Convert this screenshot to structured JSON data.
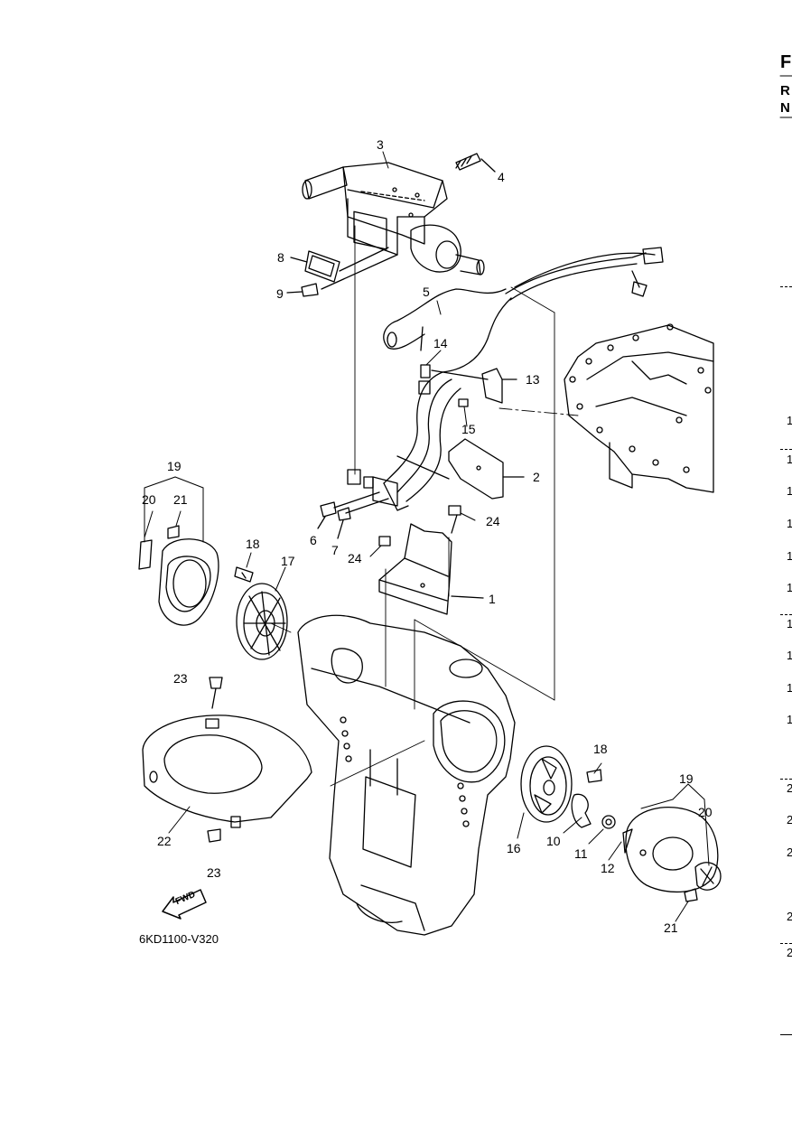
{
  "diagram_code": "6KD1100-V320",
  "fwd_label": "FWD",
  "edge": {
    "letters": [
      "F",
      "R",
      "N"
    ],
    "numbers": [
      "1",
      "1",
      "1",
      "1",
      "1",
      "1",
      "1",
      "1",
      "1",
      "1",
      "2",
      "2",
      "2",
      "2",
      "2"
    ]
  },
  "callouts": [
    {
      "name": "callout-3",
      "text": "3"
    },
    {
      "name": "callout-4",
      "text": "4"
    },
    {
      "name": "callout-8",
      "text": "8"
    },
    {
      "name": "callout-9",
      "text": "9"
    },
    {
      "name": "callout-5",
      "text": "5"
    },
    {
      "name": "callout-14",
      "text": "14"
    },
    {
      "name": "callout-13",
      "text": "13"
    },
    {
      "name": "callout-15",
      "text": "15"
    },
    {
      "name": "callout-2",
      "text": "2"
    },
    {
      "name": "callout-19-left",
      "text": "19"
    },
    {
      "name": "callout-20-left",
      "text": "20"
    },
    {
      "name": "callout-21-left",
      "text": "21"
    },
    {
      "name": "callout-6",
      "text": "6"
    },
    {
      "name": "callout-7",
      "text": "7"
    },
    {
      "name": "callout-24-right",
      "text": "24"
    },
    {
      "name": "callout-24-left",
      "text": "24"
    },
    {
      "name": "callout-18-left",
      "text": "18"
    },
    {
      "name": "callout-17",
      "text": "17"
    },
    {
      "name": "callout-1",
      "text": "1"
    },
    {
      "name": "callout-23-top",
      "text": "23"
    },
    {
      "name": "callout-18-right",
      "text": "18"
    },
    {
      "name": "callout-19-right",
      "text": "19"
    },
    {
      "name": "callout-20-right",
      "text": "20"
    },
    {
      "name": "callout-22",
      "text": "22"
    },
    {
      "name": "callout-16",
      "text": "16"
    },
    {
      "name": "callout-10",
      "text": "10"
    },
    {
      "name": "callout-11",
      "text": "11"
    },
    {
      "name": "callout-12",
      "text": "12"
    },
    {
      "name": "callout-23-bottom",
      "text": "23"
    },
    {
      "name": "callout-21-right",
      "text": "21"
    }
  ]
}
